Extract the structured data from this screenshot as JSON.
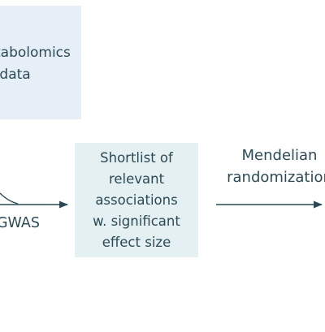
{
  "nodes": {
    "metabolomics": {
      "label": "tabolomics\n data"
    },
    "shortlist": {
      "label": "Shortlist of\nrelevant\nassociations\nw. significant\neffect size"
    }
  },
  "edges": {
    "gwas": {
      "label": "GWAS"
    },
    "mendelian": {
      "label": "Mendelian\nrandomization"
    }
  },
  "colors": {
    "text": "#2c4a55",
    "arrow": "#2c4a55",
    "metabolomics_fill": "#e6eff8",
    "shortlist_fill": "#e5f0f2"
  }
}
